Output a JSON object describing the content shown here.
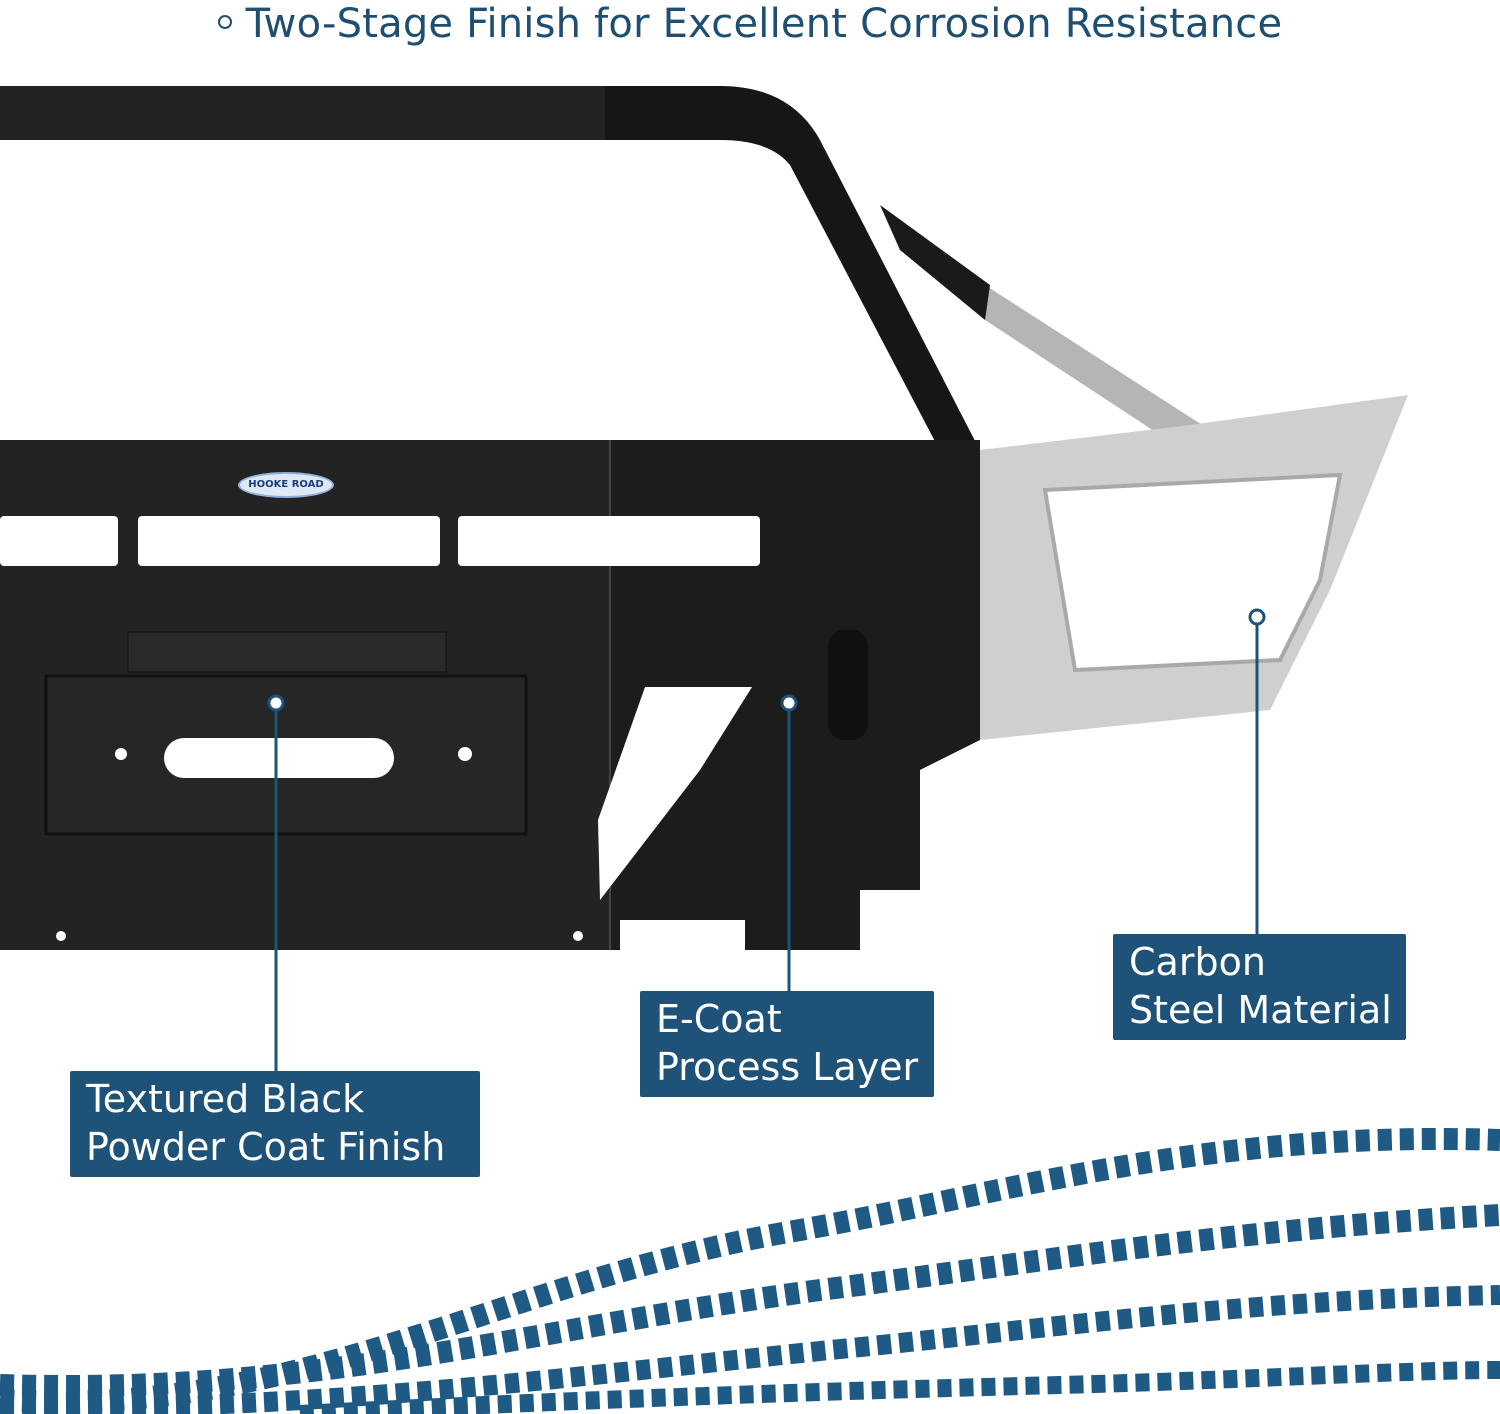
{
  "header": {
    "title": "Two-Stage Finish for Excellent Corrosion Resistance",
    "bullet_icon": "circle-bullet-icon"
  },
  "product": {
    "logo_text": "HOOKE ROAD"
  },
  "callouts": [
    {
      "line1": "Textured Black",
      "line2": "Powder Coat Finish"
    },
    {
      "line1": "E-Coat",
      "line2": "Process Layer"
    },
    {
      "line1": "Carbon",
      "line2": "Steel Material"
    }
  ],
  "colors": {
    "accent": "#1e5278",
    "title": "#1f4e73",
    "tread": "#1f5a85",
    "bumper": "#1c1c1c",
    "steel": "#c9c9c9"
  }
}
